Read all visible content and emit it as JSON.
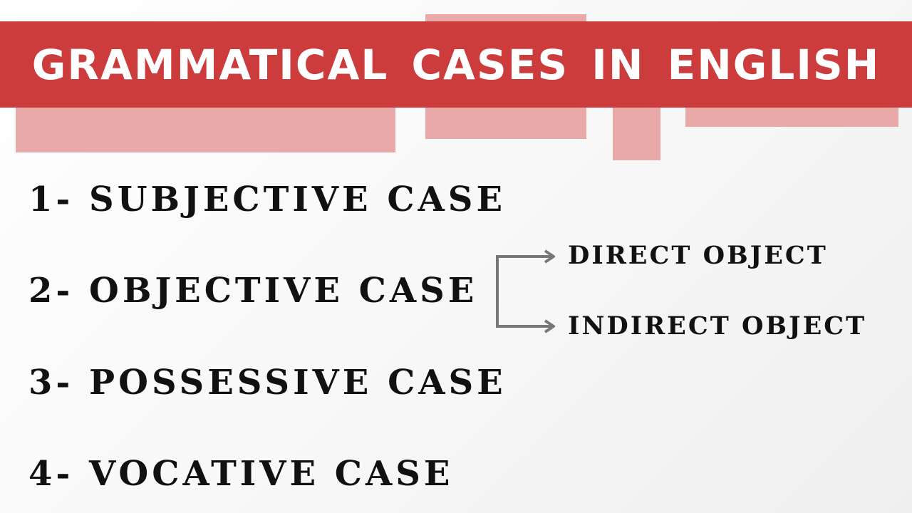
{
  "title": "GRAMMATICAL CASES IN ENGLISH",
  "cases": [
    "1- SUBJECTIVE CASE",
    "2- OBJECTIVE CASE",
    "3- POSSESSIVE CASE",
    "4- VOCATIVE CASE"
  ],
  "objective_subtypes": [
    "DIRECT OBJECT",
    "INDIRECT OBJECT"
  ],
  "colors": {
    "title_bar": "#cd3c3c",
    "accent_blocks": "#e9a9a8",
    "text": "#111111",
    "arrow": "#777777"
  }
}
